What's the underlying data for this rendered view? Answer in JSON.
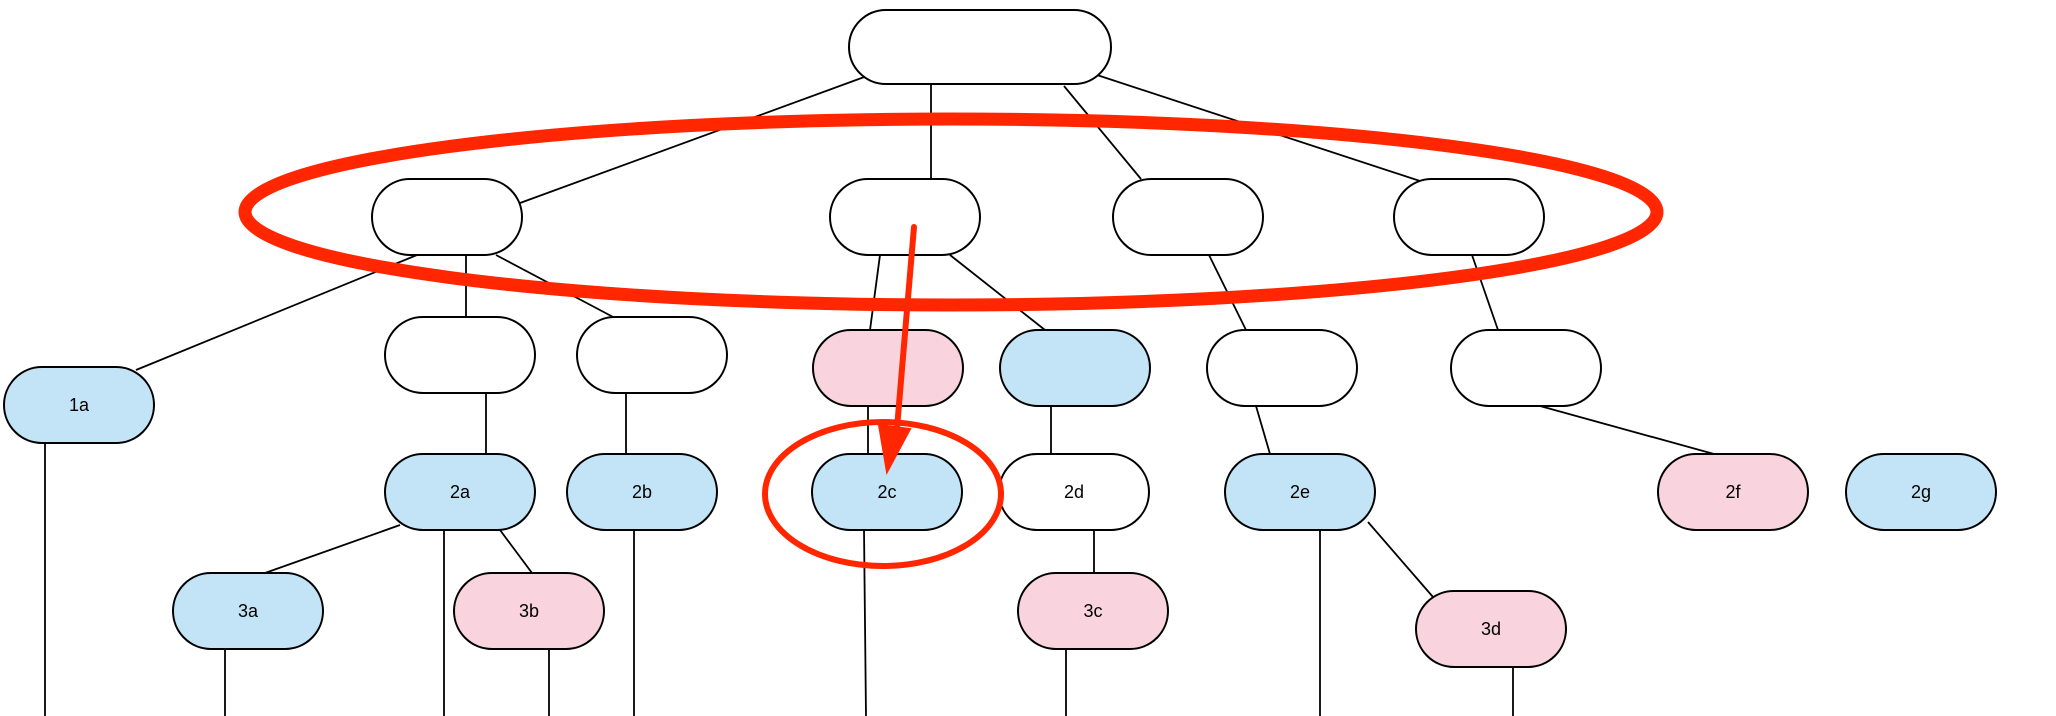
{
  "colors": {
    "blue": "#c3e4f6",
    "pink": "#f9d3de",
    "white": "#ffffff",
    "annotation": "#ff2600"
  },
  "nodes": [
    {
      "id": "root",
      "label": "",
      "fill": "white"
    },
    {
      "id": "level1-a",
      "label": "",
      "fill": "white"
    },
    {
      "id": "level1-b",
      "label": "",
      "fill": "white"
    },
    {
      "id": "level1-c",
      "label": "",
      "fill": "white"
    },
    {
      "id": "level1-d",
      "label": "",
      "fill": "white"
    },
    {
      "id": "mid-a",
      "label": "",
      "fill": "white"
    },
    {
      "id": "mid-b",
      "label": "",
      "fill": "white"
    },
    {
      "id": "mid-pink",
      "label": "",
      "fill": "pink"
    },
    {
      "id": "mid-blue",
      "label": "",
      "fill": "blue"
    },
    {
      "id": "mid-c",
      "label": "",
      "fill": "white"
    },
    {
      "id": "mid-d",
      "label": "",
      "fill": "white"
    },
    {
      "id": "1a",
      "label": "1a",
      "fill": "blue"
    },
    {
      "id": "2a",
      "label": "2a",
      "fill": "blue"
    },
    {
      "id": "2b",
      "label": "2b",
      "fill": "blue"
    },
    {
      "id": "2c",
      "label": "2c",
      "fill": "blue"
    },
    {
      "id": "2d",
      "label": "2d",
      "fill": "white"
    },
    {
      "id": "2e",
      "label": "2e",
      "fill": "blue"
    },
    {
      "id": "2f",
      "label": "2f",
      "fill": "pink"
    },
    {
      "id": "2g",
      "label": "2g",
      "fill": "blue"
    },
    {
      "id": "3a",
      "label": "3a",
      "fill": "blue"
    },
    {
      "id": "3b",
      "label": "3b",
      "fill": "pink"
    },
    {
      "id": "3c",
      "label": "3c",
      "fill": "pink"
    },
    {
      "id": "3d",
      "label": "3d",
      "fill": "pink"
    }
  ],
  "edges": [
    [
      "root",
      "level1-a"
    ],
    [
      "root",
      "level1-b"
    ],
    [
      "root",
      "level1-c"
    ],
    [
      "root",
      "level1-d"
    ],
    [
      "level1-a",
      "1a"
    ],
    [
      "level1-a",
      "mid-a"
    ],
    [
      "level1-a",
      "mid-b"
    ],
    [
      "level1-b",
      "mid-pink"
    ],
    [
      "level1-b",
      "mid-blue"
    ],
    [
      "level1-c",
      "mid-c"
    ],
    [
      "level1-d",
      "mid-d"
    ],
    [
      "mid-a",
      "2a"
    ],
    [
      "mid-b",
      "2b"
    ],
    [
      "mid-pink",
      "2c"
    ],
    [
      "mid-blue",
      "2d"
    ],
    [
      "mid-c",
      "2e"
    ],
    [
      "mid-d",
      "2f"
    ],
    [
      "2a",
      "3a"
    ],
    [
      "2a",
      "3b"
    ],
    [
      "2d",
      "3c"
    ],
    [
      "2e",
      "3d"
    ]
  ],
  "annotations": {
    "level1_highlight_ellipse": "red-ellipse",
    "target_circle": "red-circle",
    "pointer_arrow": "red-arrow"
  }
}
